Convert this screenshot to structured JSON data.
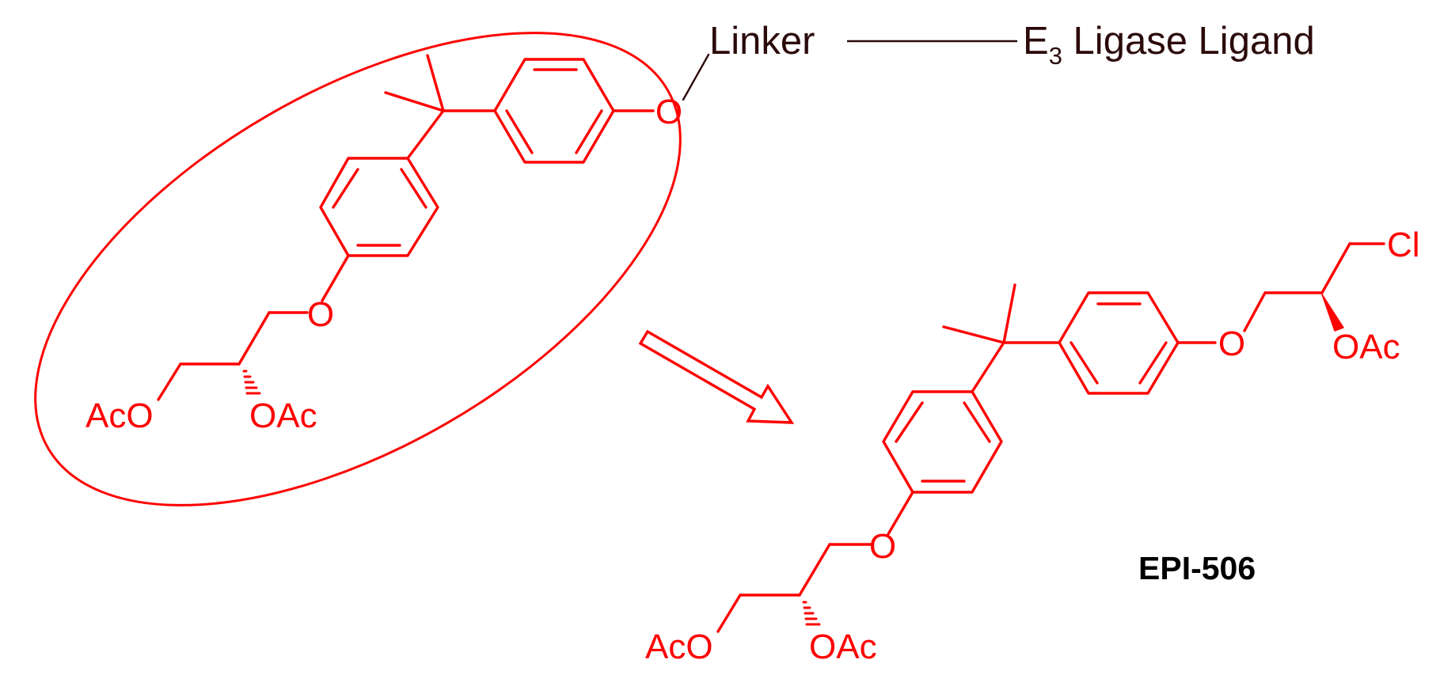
{
  "colors": {
    "structure": "#ff0000",
    "label": "#2b0a0a",
    "caption": "#000000"
  },
  "labels": {
    "linker": "Linker",
    "e3_letter": "E",
    "e3_subscript": "3",
    "e3_rest": " Ligase Ligand",
    "compound_name": "EPI-506"
  },
  "atoms": {
    "o": "O",
    "aco": "AcO",
    "oac": "OAc",
    "cl": "Cl"
  }
}
